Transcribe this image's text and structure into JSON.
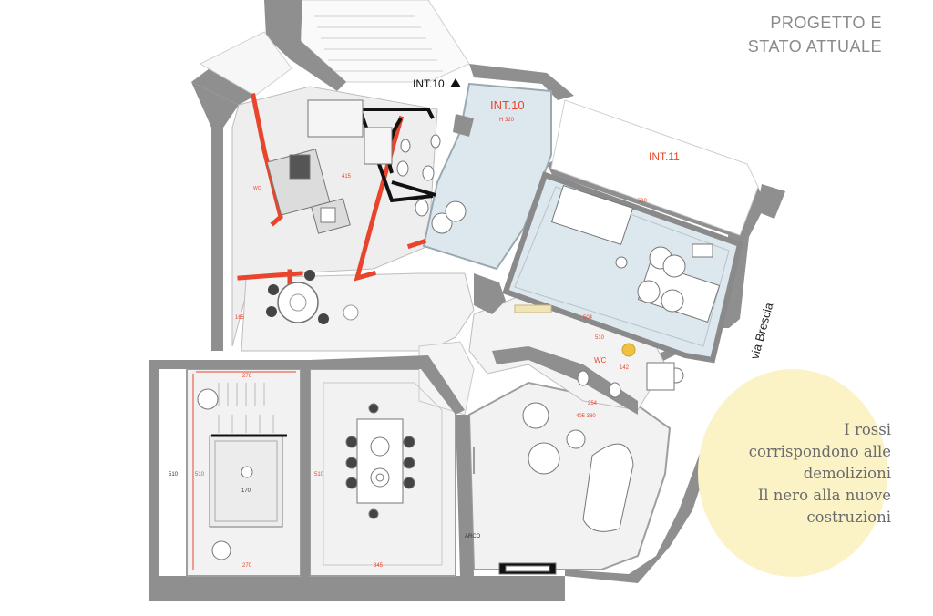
{
  "header": {
    "title_line1": "PROGETTO E",
    "title_line2": "STATO ATTUALE"
  },
  "legend_note": {
    "lines": [
      "I rossi",
      "corrispondono alle",
      "demolizioni",
      "Il nero alla nuove",
      "costruzioni"
    ]
  },
  "plan": {
    "int10_arrow_label": "INT.10",
    "int10_label": "INT.10",
    "int10_height": "H 320",
    "int11_label": "INT.11",
    "street_label": "via Brescia",
    "wc_label": "WC",
    "wc_small_label": "WC",
    "dimensions": {
      "kitchen_415": "415",
      "living_510": "510",
      "living_504": "504",
      "bath_142": "142",
      "bath_254": "254",
      "bath_510": "510",
      "bed_276": "276",
      "bed_510": "510",
      "bed_170": "170",
      "bed_270": "270",
      "dining_510": "510",
      "dining_345": "345",
      "left_510": "510",
      "left_165": "165",
      "lounge_405": "405 380",
      "arco": "ARCO"
    }
  },
  "colors": {
    "wall": "#8f8f8f",
    "demolition": "#e8452c",
    "new_construction": "#111111",
    "floor": "#f1f1f1",
    "glass_room": "#dce8ee",
    "note_bg": "#fbf3c6"
  }
}
